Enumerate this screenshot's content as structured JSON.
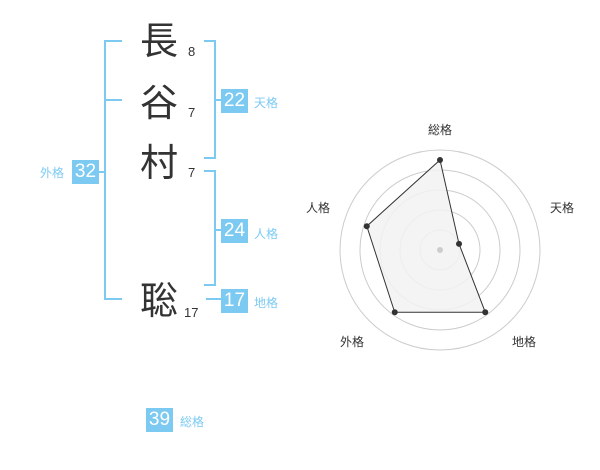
{
  "name": {
    "chars": [
      {
        "char": "長",
        "strokes": "8"
      },
      {
        "char": "谷",
        "strokes": "7"
      },
      {
        "char": "村",
        "strokes": "7"
      },
      {
        "char": "聡",
        "strokes": "17"
      }
    ]
  },
  "kaku": {
    "tenkaku": {
      "value": "22",
      "label": "天格"
    },
    "jinkaku": {
      "value": "24",
      "label": "人格"
    },
    "chikaku": {
      "value": "17",
      "label": "地格"
    },
    "gaikaku": {
      "value": "32",
      "label": "外格"
    },
    "soukaku": {
      "value": "39",
      "label": "総格"
    }
  },
  "chart_data": {
    "type": "radar",
    "axes": [
      "総格",
      "天格",
      "地格",
      "外格",
      "人格"
    ],
    "values": [
      0.9,
      0.2,
      0.77,
      0.77,
      0.77
    ],
    "rings": 5,
    "colors": {
      "fill": "#f2f2f2",
      "stroke": "#333333",
      "ring": "#cccccc",
      "center": "#cccccc"
    }
  }
}
